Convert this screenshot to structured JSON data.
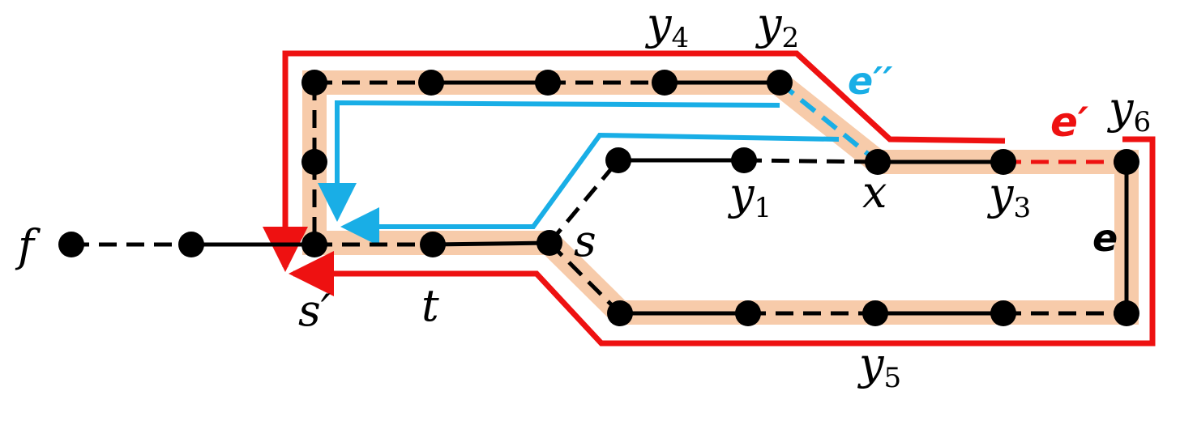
{
  "colors": {
    "highlight": "#f7cbaa",
    "cycle": "#ee1111",
    "path": "#19aee6",
    "edge": "#000000"
  },
  "labels": {
    "f": "f",
    "s_prime": "s′",
    "t": "t",
    "s": "s",
    "y1_base": "y",
    "y1_sub": "1",
    "y2_base": "y",
    "y2_sub": "2",
    "y3_base": "y",
    "y3_sub": "3",
    "y4_base": "y",
    "y4_sub": "4",
    "y5_base": "y",
    "y5_sub": "5",
    "y6_base": "y",
    "y6_sub": "6",
    "x": "x",
    "e": "e",
    "e_prime": "e′",
    "e_dprime": "e′′"
  }
}
